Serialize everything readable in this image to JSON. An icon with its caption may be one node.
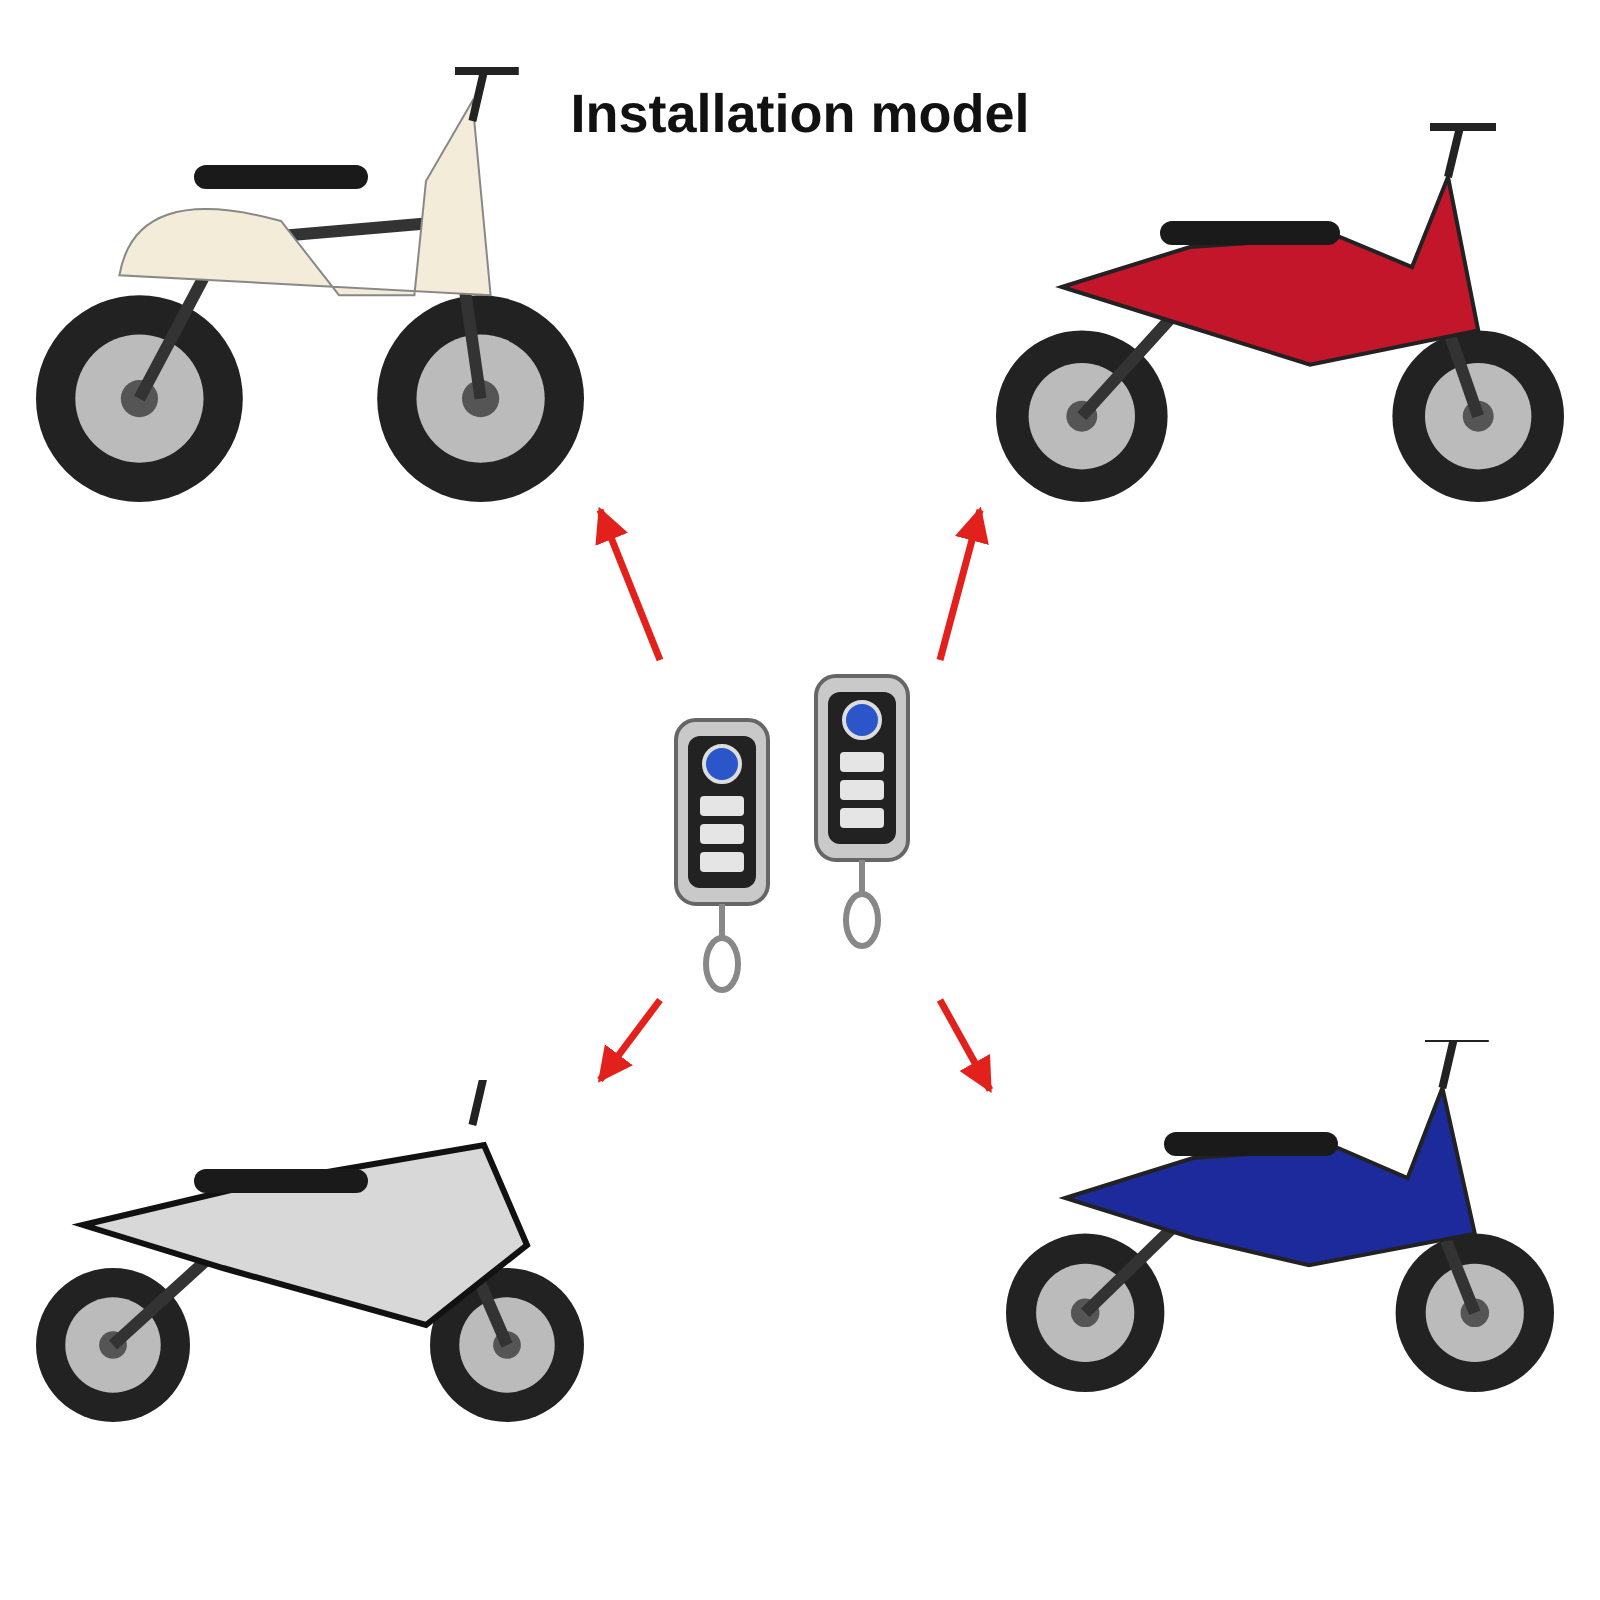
{
  "diagram": {
    "title": "Installation model",
    "nodes": [
      {
        "text": [],
        "shape": "picture"
      },
      {
        "text": [],
        "shape": "picture"
      },
      {
        "text": [],
        "shape": "picture"
      },
      {
        "text": [],
        "shape": "picture"
      },
      {
        "text": [],
        "shape": "picture"
      }
    ],
    "edges": [
      {
        "from": 2,
        "to": 0,
        "arrow": "to"
      },
      {
        "from": 2,
        "to": 1,
        "arrow": "to"
      },
      {
        "from": 2,
        "to": 3,
        "arrow": "to"
      },
      {
        "from": 2,
        "to": 4,
        "arrow": "to"
      }
    ]
  }
}
